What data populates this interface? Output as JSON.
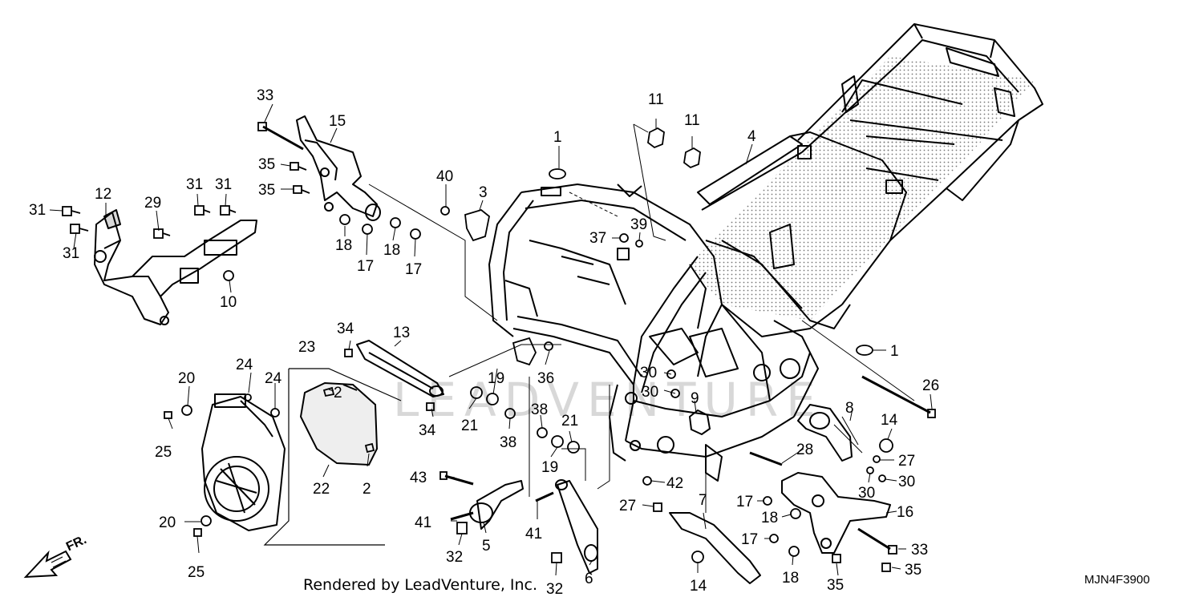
{
  "diagram": {
    "credit": "Rendered by LeadVenture, Inc.",
    "diagram_code": "MJN4F3900",
    "front_marker": "FR.",
    "watermark": "LEADVENTURE",
    "callouts": [
      {
        "id": "c33a",
        "text": "33"
      },
      {
        "id": "c15",
        "text": "15"
      },
      {
        "id": "c35a",
        "text": "35"
      },
      {
        "id": "c35b",
        "text": "35"
      },
      {
        "id": "c18a",
        "text": "18"
      },
      {
        "id": "c17a",
        "text": "17"
      },
      {
        "id": "c18b",
        "text": "18"
      },
      {
        "id": "c17b",
        "text": "17"
      },
      {
        "id": "c12",
        "text": "12"
      },
      {
        "id": "c31a",
        "text": "31"
      },
      {
        "id": "c31b",
        "text": "31"
      },
      {
        "id": "c29",
        "text": "29"
      },
      {
        "id": "c31c",
        "text": "31"
      },
      {
        "id": "c31d",
        "text": "31"
      },
      {
        "id": "c10",
        "text": "10"
      },
      {
        "id": "c40",
        "text": "40"
      },
      {
        "id": "c3",
        "text": "3"
      },
      {
        "id": "c1a",
        "text": "1"
      },
      {
        "id": "c11a",
        "text": "11"
      },
      {
        "id": "c11b",
        "text": "11"
      },
      {
        "id": "c4",
        "text": "4"
      },
      {
        "id": "c39",
        "text": "39"
      },
      {
        "id": "c37",
        "text": "37"
      },
      {
        "id": "c1b",
        "text": "1"
      },
      {
        "id": "c34a",
        "text": "34"
      },
      {
        "id": "c13",
        "text": "13"
      },
      {
        "id": "c34b",
        "text": "34"
      },
      {
        "id": "c23",
        "text": "23"
      },
      {
        "id": "c24a",
        "text": "24"
      },
      {
        "id": "c24b",
        "text": "24"
      },
      {
        "id": "c20a",
        "text": "20"
      },
      {
        "id": "c2a",
        "text": "2"
      },
      {
        "id": "c25a",
        "text": "25"
      },
      {
        "id": "c22",
        "text": "22"
      },
      {
        "id": "c2b",
        "text": "2"
      },
      {
        "id": "c20b",
        "text": "20"
      },
      {
        "id": "c25b",
        "text": "25"
      },
      {
        "id": "c19a",
        "text": "19"
      },
      {
        "id": "c21a",
        "text": "21"
      },
      {
        "id": "c38a",
        "text": "38"
      },
      {
        "id": "c36",
        "text": "36"
      },
      {
        "id": "c38b",
        "text": "38"
      },
      {
        "id": "c21b",
        "text": "21"
      },
      {
        "id": "c19b",
        "text": "19"
      },
      {
        "id": "c43",
        "text": "43"
      },
      {
        "id": "c41a",
        "text": "41"
      },
      {
        "id": "c32a",
        "text": "32"
      },
      {
        "id": "c5",
        "text": "5"
      },
      {
        "id": "c41b",
        "text": "41"
      },
      {
        "id": "c32b",
        "text": "32"
      },
      {
        "id": "c6",
        "text": "6"
      },
      {
        "id": "c30a",
        "text": "30"
      },
      {
        "id": "c30b",
        "text": "30"
      },
      {
        "id": "c9",
        "text": "9"
      },
      {
        "id": "c42",
        "text": "42"
      },
      {
        "id": "c27a",
        "text": "27"
      },
      {
        "id": "c7",
        "text": "7"
      },
      {
        "id": "c14a",
        "text": "14"
      },
      {
        "id": "c26",
        "text": "26"
      },
      {
        "id": "c8",
        "text": "8"
      },
      {
        "id": "c14b",
        "text": "14"
      },
      {
        "id": "c28",
        "text": "28"
      },
      {
        "id": "c27b",
        "text": "27"
      },
      {
        "id": "c30c",
        "text": "30"
      },
      {
        "id": "c30d",
        "text": "30"
      },
      {
        "id": "c17c",
        "text": "17"
      },
      {
        "id": "c18c",
        "text": "18"
      },
      {
        "id": "c16",
        "text": "16"
      },
      {
        "id": "c17d",
        "text": "17"
      },
      {
        "id": "c33b",
        "text": "33"
      },
      {
        "id": "c18d",
        "text": "18"
      },
      {
        "id": "c35c",
        "text": "35"
      },
      {
        "id": "c35d",
        "text": "35"
      }
    ]
  }
}
